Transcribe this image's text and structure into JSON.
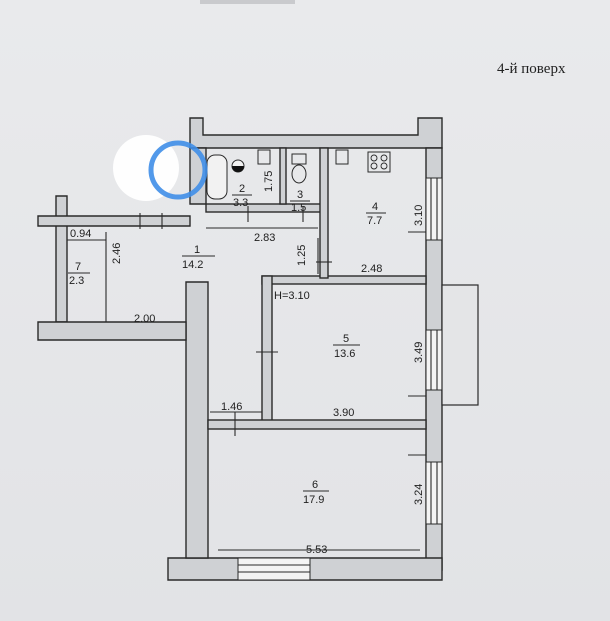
{
  "floor_label": "4-й поверх",
  "ceiling_height": "H=3.10",
  "rooms": [
    {
      "number": "1",
      "area": "14.2"
    },
    {
      "number": "2",
      "area": "3.3"
    },
    {
      "number": "3",
      "area": "1.5"
    },
    {
      "number": "4",
      "area": "7.7"
    },
    {
      "number": "5",
      "area": "13.6"
    },
    {
      "number": "6",
      "area": "17.9"
    },
    {
      "number": "7",
      "area": "2.3"
    }
  ],
  "dimensions": {
    "d_094": "0.94",
    "d_246": "2.46",
    "d_200": "2.00",
    "d_175": "1.75",
    "d_283": "2.83",
    "d_125": "1.25",
    "d_248": "2.48",
    "d_310": "3.10",
    "d_349": "3.49",
    "d_146": "1.46",
    "d_390": "3.90",
    "d_324": "3.24",
    "d_553": "5.53"
  }
}
